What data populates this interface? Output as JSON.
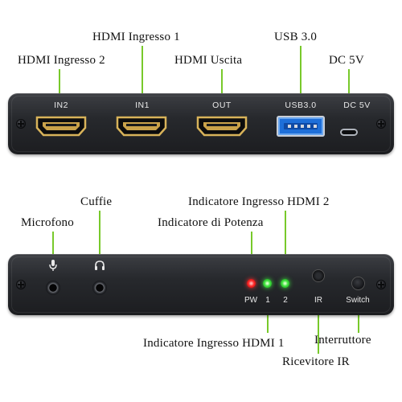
{
  "labels": {
    "hdmi_in1": "HDMI Ingresso 1",
    "hdmi_in2": "HDMI Ingresso 2",
    "hdmi_out": "HDMI Uscita",
    "usb": "USB 3.0",
    "dc": "DC 5V",
    "cuffie": "Cuffie",
    "microfono": "Microfono",
    "ind_hdmi2": "Indicatore Ingresso HDMI 2",
    "ind_potenza": "Indicatore di Potenza",
    "ind_hdmi1": "Indicatore Ingresso HDMI 1",
    "interruttore": "Interruttore",
    "ricevitore_ir": "Ricevitore IR"
  },
  "front_panel": {
    "in2": "IN2",
    "in1": "IN1",
    "out": "OUT",
    "usb": "USB3.0",
    "dc": "DC 5V"
  },
  "back_panel": {
    "pw": "PW",
    "led1": "1",
    "led2": "2",
    "ir": "IR",
    "switch": "Switch"
  },
  "colors": {
    "callout_line": "#78c92b",
    "led_red": "#ff2a2a",
    "led_green": "#3ee23e",
    "usb_blue": "#1e6fd9",
    "hdmi_gold": "#d8b35a"
  }
}
